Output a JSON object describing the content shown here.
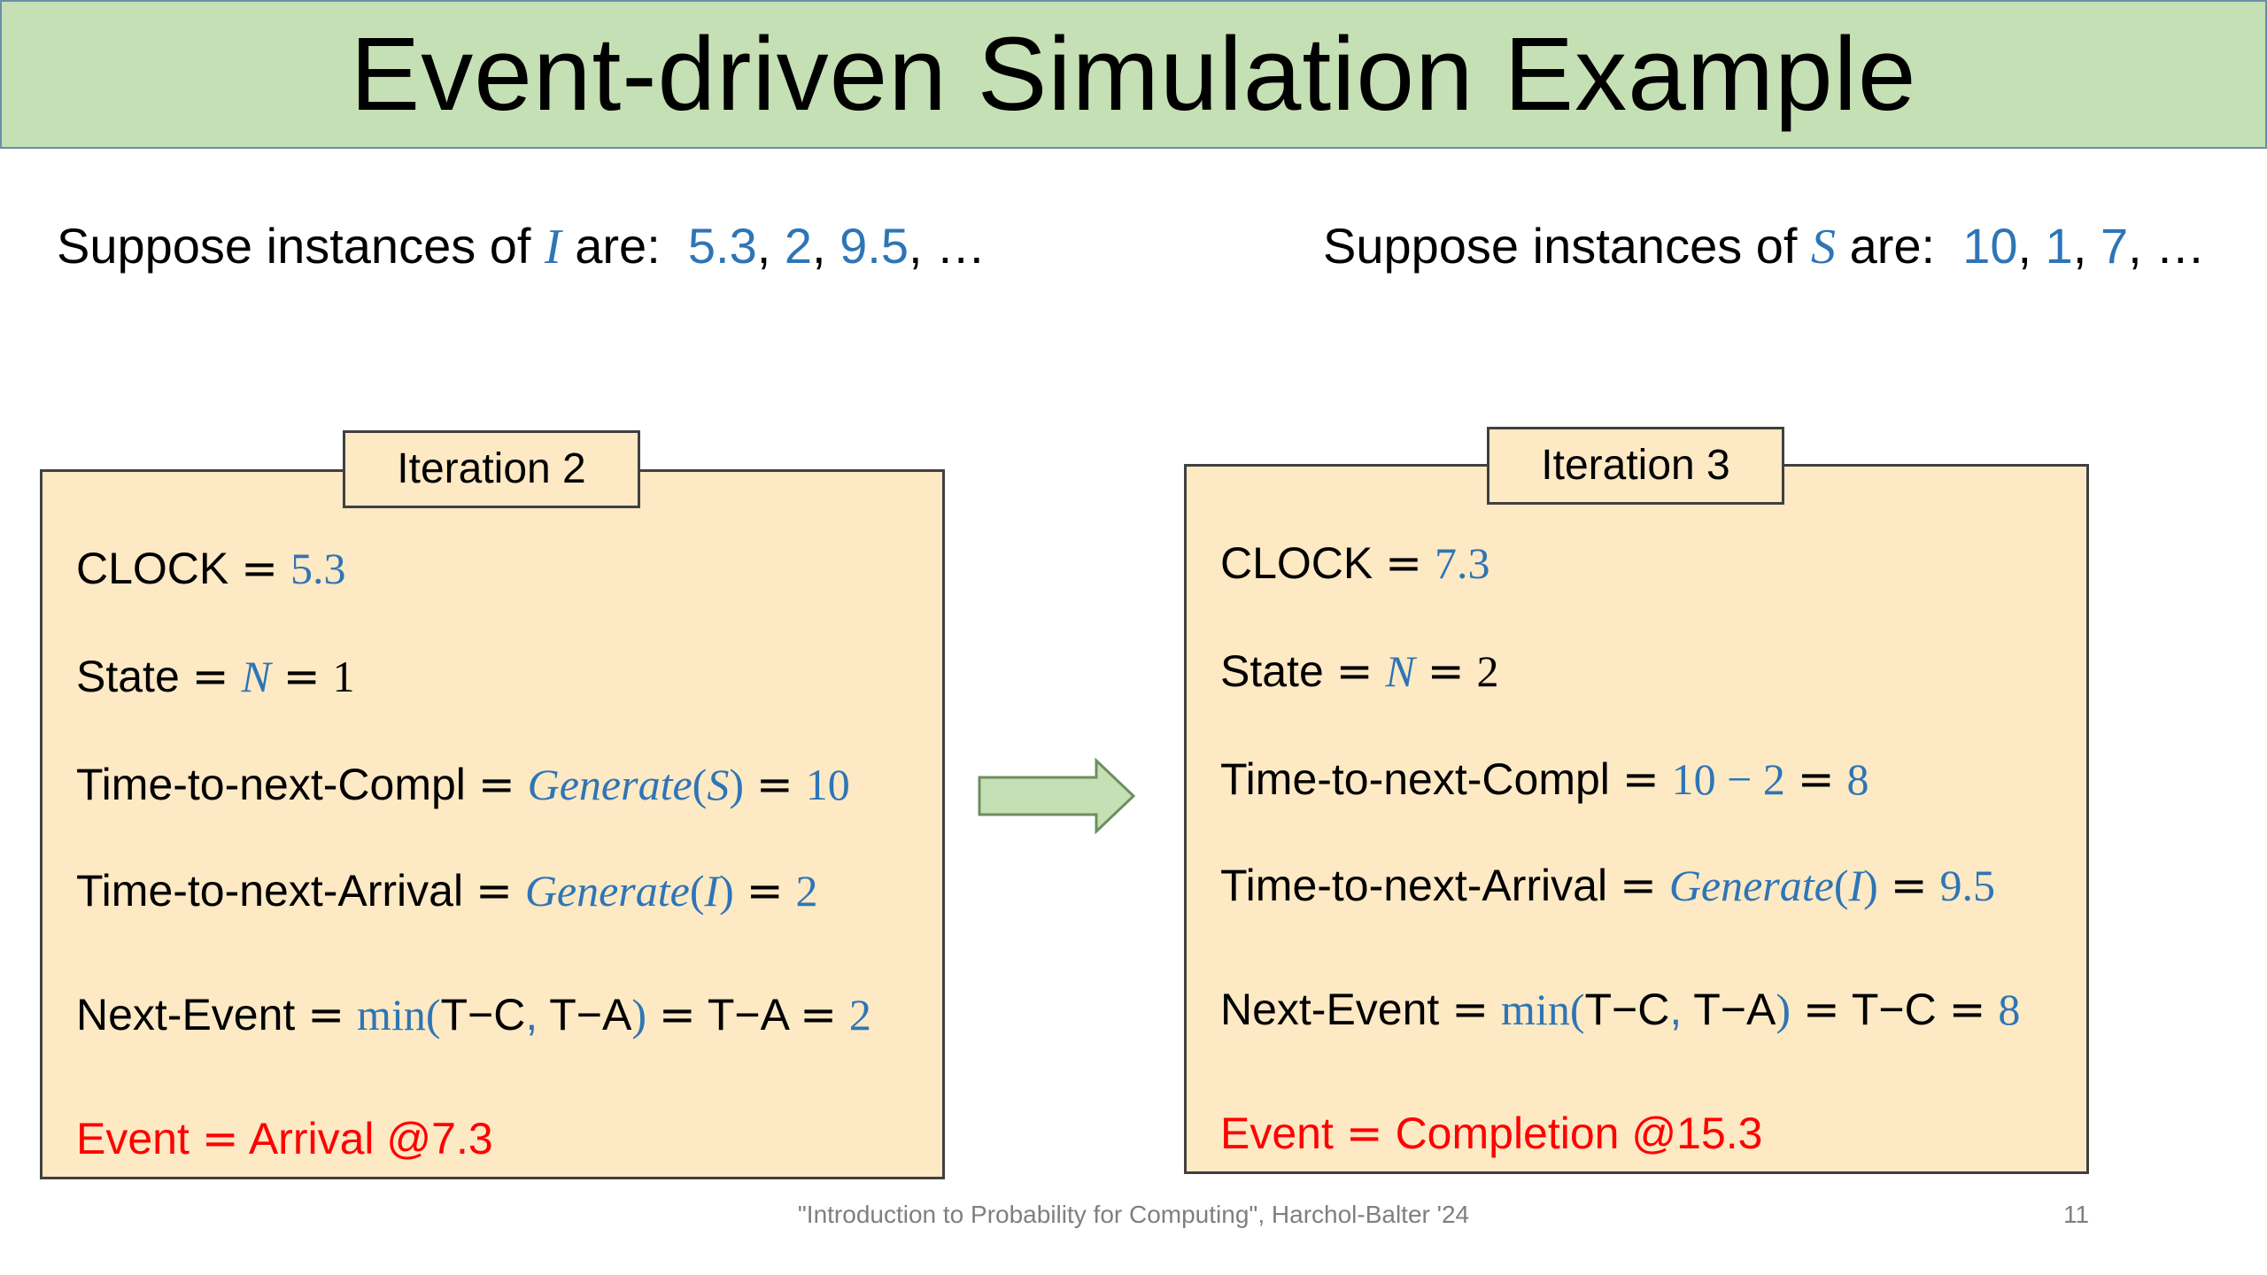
{
  "title": "Event-driven Simulation Example",
  "instances_I": {
    "prefix": "Suppose instances of",
    "var": "I",
    "mid": "are:",
    "values": [
      "5.3",
      "2",
      "9.5"
    ],
    "ellipsis": "…"
  },
  "instances_S": {
    "prefix": "Suppose instances of",
    "var": "S",
    "mid": "are:",
    "values": [
      "10",
      "1",
      "7"
    ],
    "ellipsis": "…"
  },
  "iteration2": {
    "label": "Iteration 2",
    "clock_label": "CLOCK",
    "clock_value": "5.3",
    "state_label": "State",
    "state_var": "N",
    "state_value": "1",
    "compl_label": "Time-to-next-Compl",
    "compl_expr_fn": "Generate",
    "compl_expr_arg": "S",
    "compl_value": "10",
    "arrival_label": "Time-to-next-Arrival",
    "arrival_expr_fn": "Generate",
    "arrival_expr_arg": "I",
    "arrival_value": "2",
    "next_event_label": "Next-Event",
    "next_event_fn": "min",
    "next_event_a": "T−C",
    "next_event_b": "T−A",
    "next_event_result": "T−A",
    "next_event_value": "2",
    "event_label": "Event",
    "event_value": "Arrival @7.3"
  },
  "iteration3": {
    "label": "Iteration 3",
    "clock_label": "CLOCK",
    "clock_value": "7.3",
    "state_label": "State",
    "state_var": "N",
    "state_value": "2",
    "compl_label": "Time-to-next-Compl",
    "compl_expr": "10 − 2",
    "compl_value": "8",
    "arrival_label": "Time-to-next-Arrival",
    "arrival_expr_fn": "Generate",
    "arrival_expr_arg": "I",
    "arrival_value": "9.5",
    "next_event_label": "Next-Event",
    "next_event_fn": "min",
    "next_event_a": "T−C",
    "next_event_b": "T−A",
    "next_event_result": "T−C",
    "next_event_value": "8",
    "event_label": "Event",
    "event_value": "Completion @15.3"
  },
  "colors": {
    "title_bg": "#c5e0b4",
    "box_bg": "#fde9c4",
    "math_blue": "#2e75b6",
    "event_red": "#ff0000",
    "arrow_fill": "#c5e0b4"
  },
  "footer": "\"Introduction to Probability for Computing\", Harchol-Balter '24",
  "page_number": "11"
}
